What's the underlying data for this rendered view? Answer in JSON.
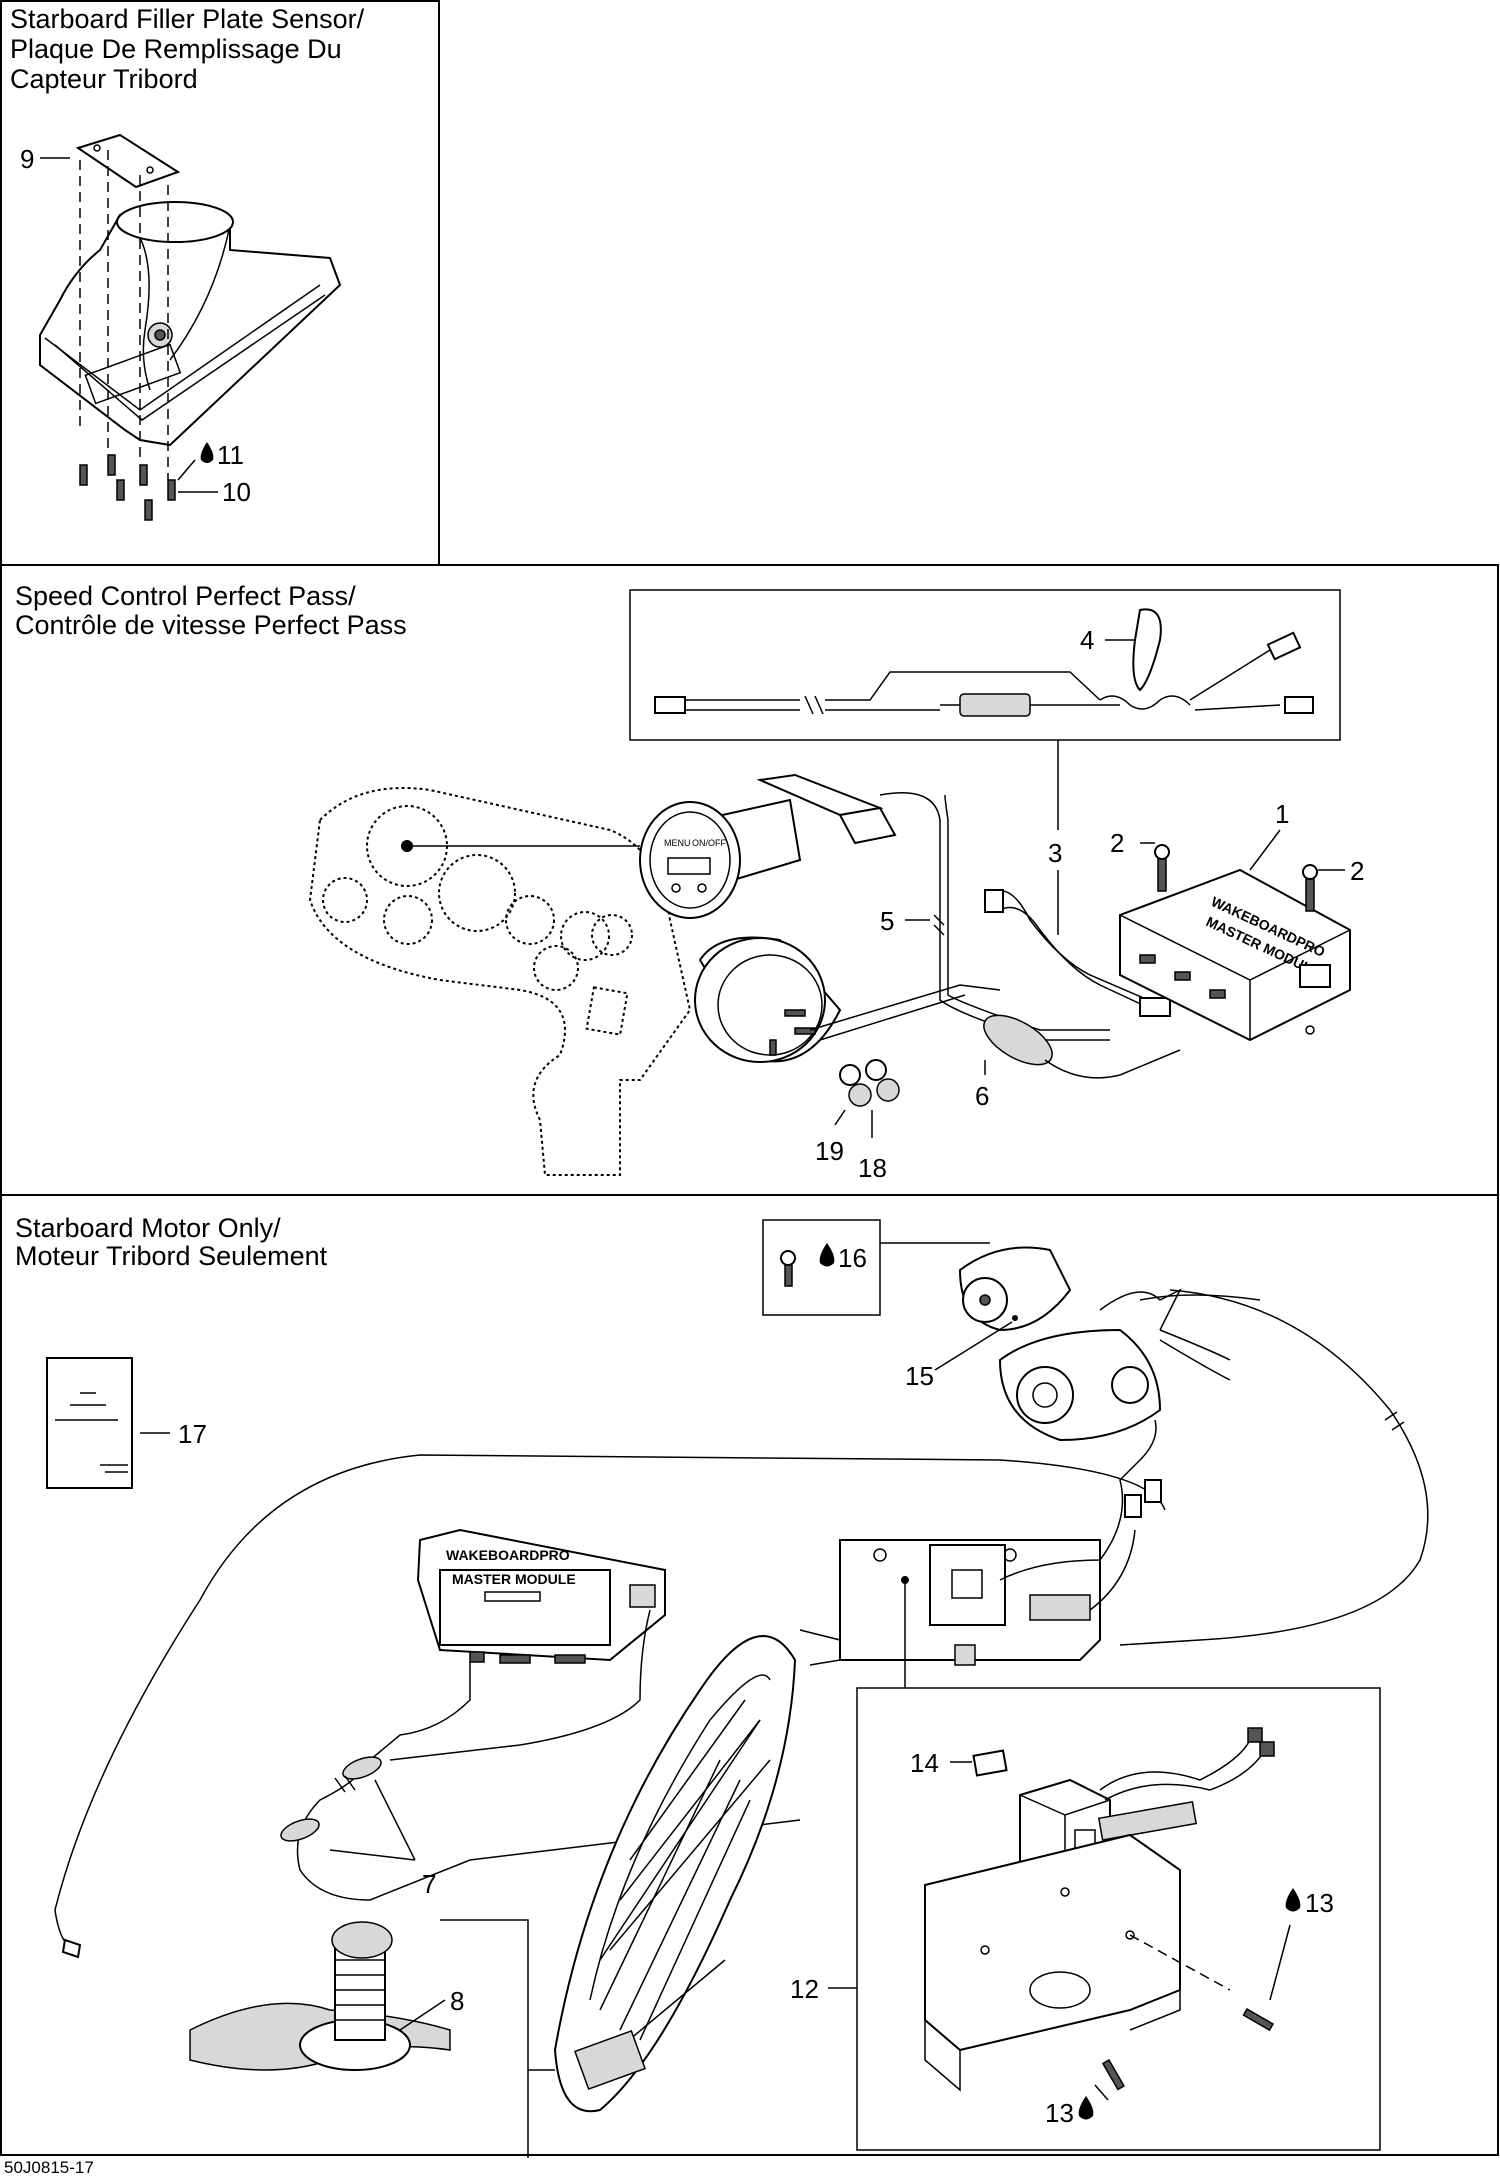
{
  "sections": {
    "filler_plate": {
      "title_lines": [
        "Starboard Filler Plate Sensor/",
        "Plaque De Remplissage Du",
        "Capteur Tribord"
      ]
    },
    "speed_control": {
      "title_lines": [
        "Speed Control Perfect Pass/",
        "Contrôle de vitesse Perfect Pass"
      ]
    },
    "motor_only": {
      "title_lines": [
        "Starboard Motor Only/",
        "Moteur Tribord Seulement"
      ]
    }
  },
  "callouts": {
    "c1": "1",
    "c2a": "2",
    "c2b": "2",
    "c3": "3",
    "c4": "4",
    "c5": "5",
    "c6": "6",
    "c7": "7",
    "c8": "8",
    "c9": "9",
    "c10": "10",
    "c11": "11",
    "c12": "12",
    "c13a": "13",
    "c13b": "13",
    "c14": "14",
    "c15": "15",
    "c16": "16",
    "c17": "17",
    "c18": "18",
    "c19": "19"
  },
  "module_labels": {
    "brand": "WAKEBOARDPRO",
    "model": "MASTER MODULE"
  },
  "gauge_labels": {
    "menu": "MENU",
    "onoff": "ON/OFF"
  },
  "drawing_code": "50J0815-17"
}
